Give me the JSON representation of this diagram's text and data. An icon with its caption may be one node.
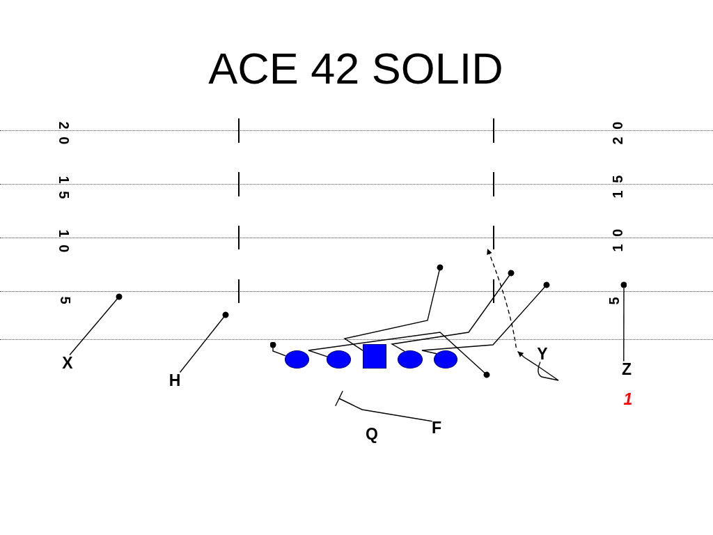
{
  "diagram": {
    "title": "ACE 42 SOLID",
    "nodes": [
      {
        "text": [
          "X"
        ]
      },
      {
        "text": [
          "H"
        ]
      },
      {
        "text": [],
        "shape": "ellipse"
      },
      {
        "text": [],
        "shape": "ellipse"
      },
      {
        "text": [],
        "shape": "box"
      },
      {
        "text": [],
        "shape": "ellipse"
      },
      {
        "text": [],
        "shape": "ellipse"
      },
      {
        "text": [
          "Y"
        ]
      },
      {
        "text": [
          "Z"
        ],
        "beside": [
          "1"
        ]
      },
      {
        "text": [
          "Q"
        ]
      },
      {
        "text": [
          "F"
        ]
      }
    ],
    "edges": [
      {
        "from": 0,
        "to": null,
        "arrow": "other"
      },
      {
        "from": 1,
        "to": null,
        "arrow": "other"
      },
      {
        "from": 2,
        "to": null,
        "arrow": "other"
      },
      {
        "from": 3,
        "to": null,
        "arrow": "other"
      },
      {
        "from": 4,
        "to": null,
        "arrow": "other"
      },
      {
        "from": 5,
        "to": null,
        "arrow": "other"
      },
      {
        "from": 6,
        "to": null,
        "arrow": "other"
      },
      {
        "from": 7,
        "to": null,
        "arrow": "to"
      },
      {
        "from": 7,
        "to": null,
        "arrow": "to",
        "style": "dashed"
      },
      {
        "from": 8,
        "to": null,
        "arrow": "other"
      },
      {
        "from": 10,
        "to": null,
        "arrow": "other"
      }
    ],
    "labels": [
      "2 0",
      "2 0",
      "1 5",
      "1 5",
      "1 0",
      "1 0",
      "5",
      "5"
    ]
  }
}
